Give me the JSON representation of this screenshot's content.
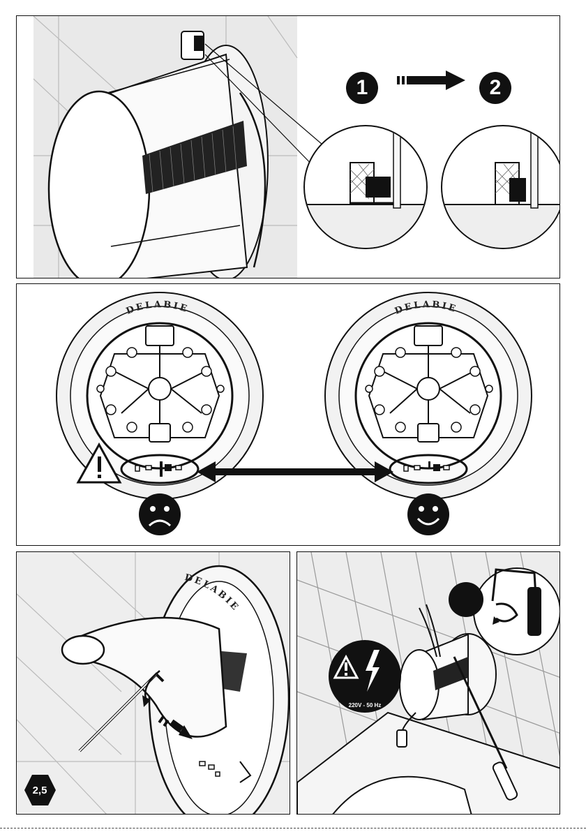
{
  "steps": {
    "first": "1",
    "second": "2"
  },
  "brand": {
    "left_flange": "DELABIE",
    "right_flange": "DELABIE",
    "bottom_flange": "DELABIE",
    "box_label": "DELABIE"
  },
  "tool": {
    "hex_key_size": "2,5"
  },
  "warning": {
    "voltage": "220V - 50 Hz"
  }
}
